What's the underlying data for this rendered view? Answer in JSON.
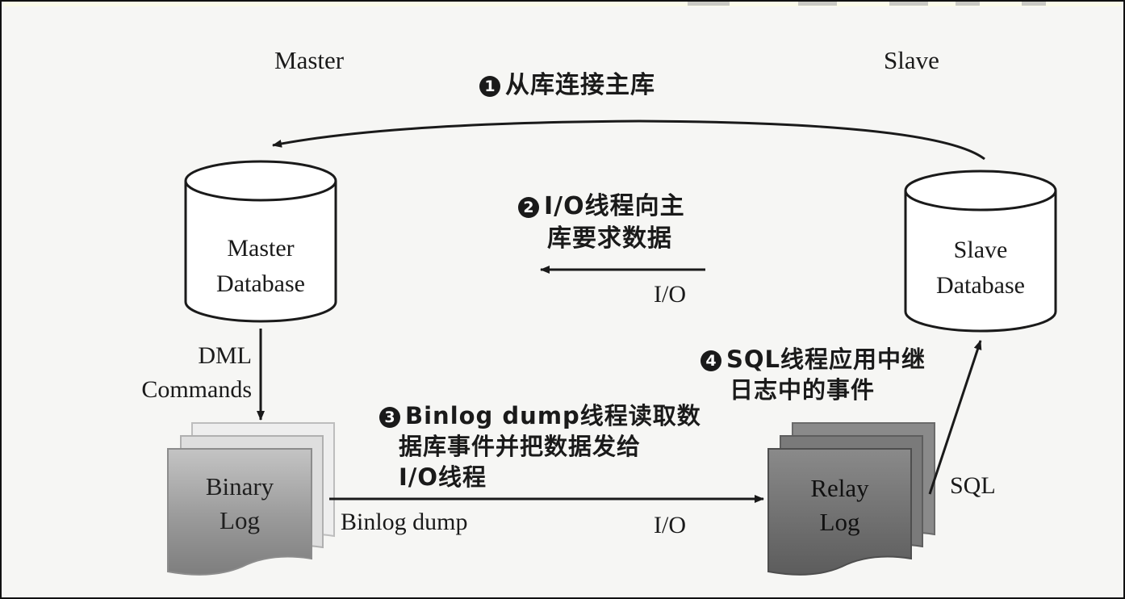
{
  "columns": {
    "master": "Master",
    "slave": "Slave"
  },
  "steps": {
    "s1": {
      "badge": "1",
      "line1": "从库连接主库"
    },
    "s2": {
      "badge": "2",
      "line1": "I/O线程向主",
      "line2": "库要求数据"
    },
    "s3": {
      "badge": "3",
      "line1": "Binlog dump线程读取数",
      "line2": "据库事件并把数据发给",
      "line3": "I/O线程"
    },
    "s4": {
      "badge": "4",
      "line1": "SQL线程应用中继",
      "line2": "日志中的事件"
    }
  },
  "master_db": {
    "line1": "Master",
    "line2": "Database"
  },
  "slave_db": {
    "line1": "Slave",
    "line2": "Database"
  },
  "dml": {
    "line1": "DML",
    "line2": "Commands"
  },
  "binary_log": {
    "line1": "Binary",
    "line2": "Log"
  },
  "relay_log": {
    "line1": "Relay",
    "line2": "Log"
  },
  "labels": {
    "io_request": "I/O",
    "binlog_dump": "Binlog dump",
    "io_transfer": "I/O",
    "sql": "SQL"
  },
  "colors": {
    "line": "#1a1a1a",
    "binary_log_dark": "#8a8a8a",
    "relay_log_dark": "#6a6a6a"
  }
}
